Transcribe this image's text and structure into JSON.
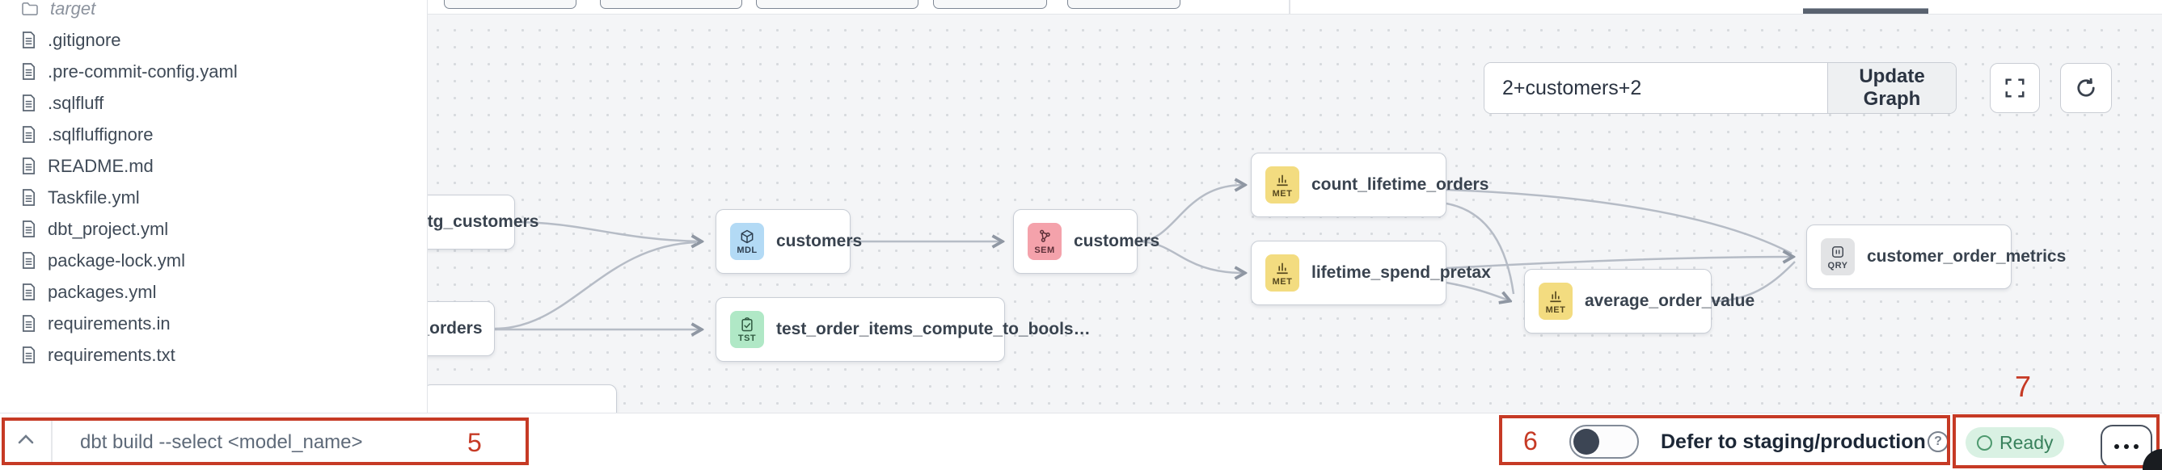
{
  "colors": {
    "annotation_red": "#c63a25",
    "badge_model_blue": "#b3daf5",
    "badge_test_green": "#b0e8c6",
    "badge_semantic_pink": "#f4a2ab",
    "badge_metric_yellow": "#f3dc80",
    "badge_query_gray": "#e2e3e5",
    "ready_green_bg": "#d9f1e3",
    "canvas_bg": "#f4f5f7"
  },
  "sidebar": {
    "items": [
      {
        "name": "target",
        "type": "folder"
      },
      {
        "name": ".gitignore",
        "type": "file"
      },
      {
        "name": ".pre-commit-config.yaml",
        "type": "file"
      },
      {
        "name": ".sqlfluff",
        "type": "file"
      },
      {
        "name": ".sqlfluffignore",
        "type": "file"
      },
      {
        "name": "README.md",
        "type": "file"
      },
      {
        "name": "Taskfile.yml",
        "type": "file"
      },
      {
        "name": "dbt_project.yml",
        "type": "file"
      },
      {
        "name": "package-lock.yml",
        "type": "file"
      },
      {
        "name": "packages.yml",
        "type": "file"
      },
      {
        "name": "requirements.in",
        "type": "file"
      },
      {
        "name": "requirements.txt",
        "type": "file"
      }
    ]
  },
  "lineage_toolbar": {
    "filter_value": "2+customers+2",
    "update_graph_label": "Update Graph"
  },
  "graph": {
    "nodes": [
      {
        "id": "stg_customers",
        "label": "stg_customers",
        "badge": ""
      },
      {
        "id": "stg_orders",
        "label": "stg_orders",
        "badge": ""
      },
      {
        "id": "customers_model",
        "label": "customers",
        "badge": "MDL"
      },
      {
        "id": "test_order_items",
        "label": "test_order_items_compute_to_bools…",
        "badge": "TST"
      },
      {
        "id": "customers_semantic",
        "label": "customers",
        "badge": "SEM"
      },
      {
        "id": "count_lifetime_orders",
        "label": "count_lifetime_orders",
        "badge": "MET"
      },
      {
        "id": "lifetime_spend_pretax",
        "label": "lifetime_spend_pretax",
        "badge": "MET"
      },
      {
        "id": "average_order_value",
        "label": "average_order_value",
        "badge": "MET"
      },
      {
        "id": "customer_order_metrics",
        "label": "customer_order_metrics",
        "badge": "QRY"
      }
    ],
    "edges": [
      [
        "stg_customers",
        "customers_model"
      ],
      [
        "stg_orders",
        "customers_model"
      ],
      [
        "stg_orders",
        "test_order_items"
      ],
      [
        "customers_model",
        "customers_semantic"
      ],
      [
        "customers_semantic",
        "count_lifetime_orders"
      ],
      [
        "customers_semantic",
        "lifetime_spend_pretax"
      ],
      [
        "count_lifetime_orders",
        "customer_order_metrics"
      ],
      [
        "count_lifetime_orders",
        "average_order_value"
      ],
      [
        "lifetime_spend_pretax",
        "customer_order_metrics"
      ],
      [
        "lifetime_spend_pretax",
        "average_order_value"
      ],
      [
        "average_order_value",
        "customer_order_metrics"
      ]
    ]
  },
  "bottom_bar": {
    "command_placeholder": "dbt build --select <model_name>",
    "defer_label": "Defer to staging/production",
    "status": "Ready"
  },
  "annotations": {
    "five": "5",
    "six": "6",
    "seven": "7"
  }
}
